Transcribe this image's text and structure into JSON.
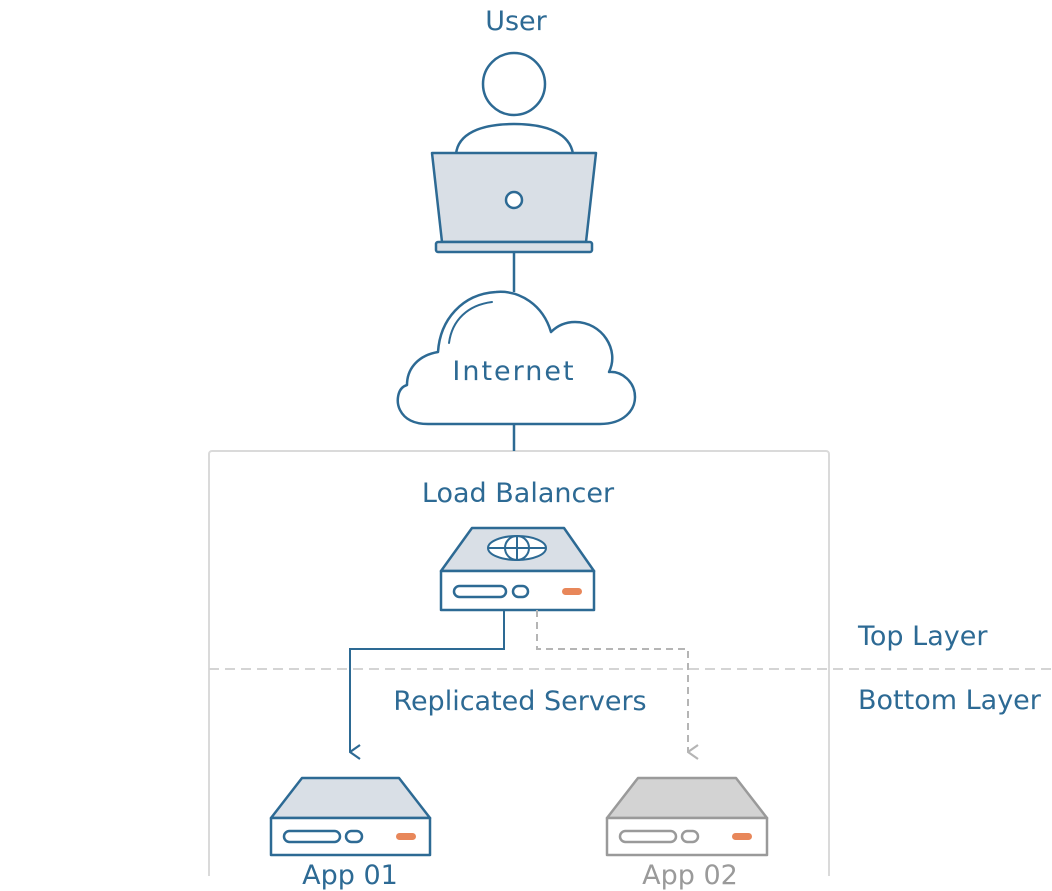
{
  "nodes": {
    "user": {
      "label": "User",
      "icon": "user-laptop-icon"
    },
    "internet": {
      "label": "Internet",
      "icon": "cloud-icon"
    },
    "load_balancer": {
      "label": "Load Balancer",
      "icon": "globe-server-icon"
    },
    "app1": {
      "label": "App 01",
      "icon": "server-icon"
    },
    "app2": {
      "label": "App 02",
      "icon": "server-icon-inactive"
    }
  },
  "group": {
    "label": "Replicated Servers"
  },
  "layers": {
    "top": "Top Layer",
    "bottom": "Bottom Layer"
  },
  "edges": [
    {
      "from": "user",
      "to": "internet",
      "style": "solid"
    },
    {
      "from": "internet",
      "to": "load_balancer",
      "style": "solid"
    },
    {
      "from": "load_balancer",
      "to": "app1",
      "style": "solid"
    },
    {
      "from": "load_balancer",
      "to": "app2",
      "style": "dashed"
    }
  ],
  "colors": {
    "primary": "#2d6a94",
    "fill_light": "#d9dfe6",
    "accent": "#e8875a",
    "inactive": "#9a9a9a",
    "inactive_fill": "#d3d3d3",
    "frame": "#d9d9d9"
  }
}
